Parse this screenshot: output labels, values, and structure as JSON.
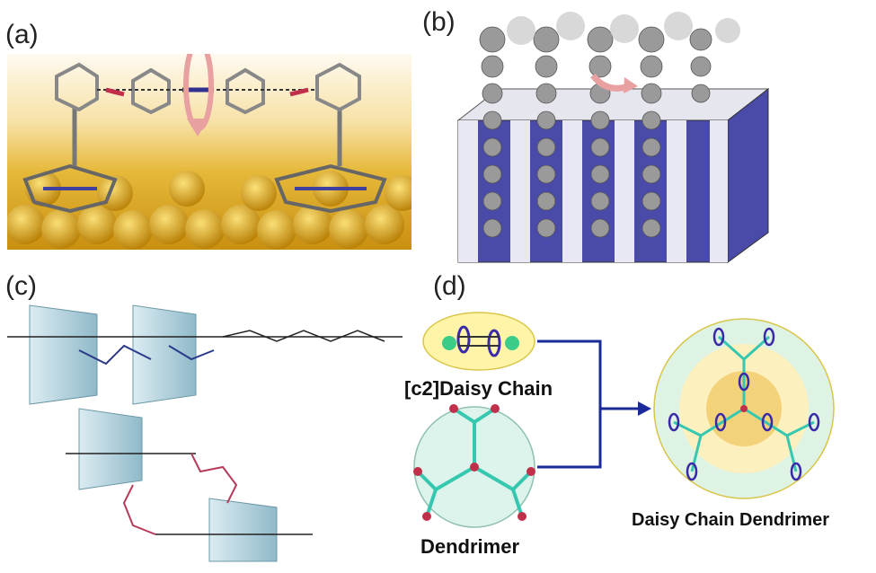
{
  "panels": {
    "a": {
      "label": "(a)"
    },
    "b": {
      "label": "(b)"
    },
    "c": {
      "label": "(c)"
    },
    "d": {
      "label": "(d)"
    }
  },
  "panel_d": {
    "daisy_chain_caption": "[c2]Daisy Chain",
    "dendrimer_caption": "Dendrimer",
    "result_caption": "Daisy Chain Dendrimer"
  },
  "colors": {
    "gold_surface": "#d9a520",
    "slab_blue": "#4a4aa8",
    "arrow_blue": "#1a2a9a",
    "rotor_pink": "#e8a0a0",
    "cyclodextrin": "#a9cfdc",
    "linker_red": "#b83a5a"
  }
}
